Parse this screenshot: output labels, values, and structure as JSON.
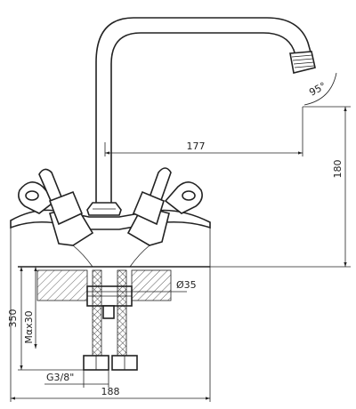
{
  "dimensions": {
    "spout_reach": "177",
    "spout_height": "180",
    "swivel_angle": "95°",
    "hole_diameter": "Ø35",
    "max_deck": "Mαx30",
    "hose_length": "350",
    "thread": "G3/8\"",
    "overall_width": "188"
  },
  "icons": {
    "left_handle": "cross-handle-icon",
    "right_handle": "cross-handle-icon",
    "aerator": "aerator-icon"
  }
}
